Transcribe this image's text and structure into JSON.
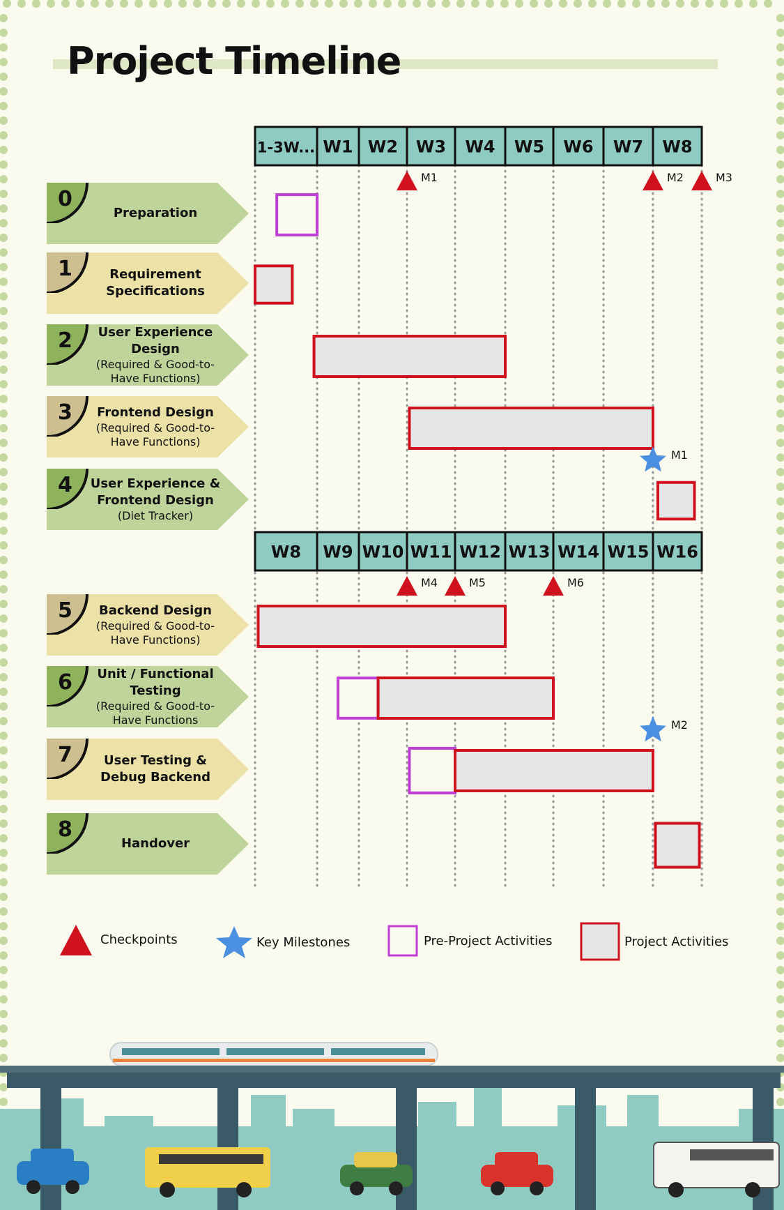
{
  "title": "Project Timeline",
  "colors": {
    "background": "#fbfaee",
    "border_dots": "#c3d9a0",
    "header_fill": "#90cbc3",
    "task_green": "#bfd49a",
    "task_yellow": "#ece2a8",
    "badge_green": "#8fb35c",
    "badge_tan": "#cdbf90",
    "checkpoint": "#d0121f",
    "milestone": "#4a8fe0",
    "pre_project_border": "#c03fd6",
    "project_border": "#d0121f",
    "bar_fill": "#e6e6e6"
  },
  "timeline1": {
    "weeks": [
      "1-3W...",
      "W1",
      "W2",
      "W3",
      "W4",
      "W5",
      "W6",
      "W7",
      "W8"
    ],
    "checkpoints": [
      {
        "week_index": 3,
        "label": "M1"
      },
      {
        "week_index": 8,
        "label": "M2"
      },
      {
        "week_index": 9,
        "label": "M3"
      }
    ]
  },
  "timeline2": {
    "weeks": [
      "W8",
      "W9",
      "W10",
      "W11",
      "W12",
      "W13",
      "W14",
      "W15",
      "W16"
    ],
    "checkpoints": [
      {
        "week_index": 3,
        "label": "M4"
      },
      {
        "week_index": 4,
        "label": "M5"
      },
      {
        "week_index": 6,
        "label": "M6"
      }
    ]
  },
  "tasks": [
    {
      "num": "0",
      "title": "Preparation",
      "sub": "",
      "color": "green",
      "timeline": 1,
      "bars": [
        {
          "kind": "pre",
          "start": 0.35,
          "end": 1.0
        }
      ]
    },
    {
      "num": "1",
      "title": "Requirement Specifications",
      "sub": "",
      "color": "yellow",
      "timeline": 1,
      "bars": [
        {
          "kind": "project",
          "start": 0.0,
          "end": 0.6
        }
      ]
    },
    {
      "num": "2",
      "title": "User Experience Design",
      "sub": "(Required & Good-to-Have Functions)",
      "color": "green",
      "timeline": 1,
      "bars": [
        {
          "kind": "project",
          "start": 0.95,
          "end": 5.0
        }
      ]
    },
    {
      "num": "3",
      "title": "Frontend Design",
      "sub": "(Required & Good-to-Have Functions)",
      "color": "yellow",
      "timeline": 1,
      "bars": [
        {
          "kind": "project",
          "start": 3.05,
          "end": 8.0
        }
      ]
    },
    {
      "num": "4",
      "title": "User Experience & Frontend Design",
      "sub": "(Diet Tracker)",
      "color": "green",
      "timeline": 1,
      "bars": [
        {
          "kind": "project",
          "start": 8.1,
          "end": 8.85
        }
      ],
      "milestone": {
        "week_index": 8,
        "label": "M1"
      }
    },
    {
      "num": "5",
      "title": "Backend Design",
      "sub": "(Required & Good-to-Have Functions)",
      "color": "yellow",
      "timeline": 2,
      "bars": [
        {
          "kind": "project",
          "start": 0.05,
          "end": 5.0
        }
      ]
    },
    {
      "num": "6",
      "title": "Unit / Functional Testing",
      "sub": "(Required & Good-to-Have Functions",
      "color": "green",
      "timeline": 2,
      "bars": [
        {
          "kind": "pre",
          "start": 1.5,
          "end": 2.4
        },
        {
          "kind": "project",
          "start": 2.4,
          "end": 6.0
        }
      ]
    },
    {
      "num": "7",
      "title": "User Testing & Debug Backend",
      "sub": "",
      "color": "yellow",
      "timeline": 2,
      "bars": [
        {
          "kind": "pre",
          "start": 3.05,
          "end": 4.0
        },
        {
          "kind": "project",
          "start": 4.0,
          "end": 8.0
        }
      ],
      "milestone": {
        "week_index": 8,
        "label": "M2"
      }
    },
    {
      "num": "8",
      "title": "Handover",
      "sub": "",
      "color": "green",
      "timeline": 2,
      "bars": [
        {
          "kind": "project",
          "start": 8.05,
          "end": 8.95
        }
      ]
    }
  ],
  "legend": {
    "checkpoints": "Checkpoints",
    "key_milestones": "Key Milestones",
    "pre_project": "Pre-Project Activities",
    "project": "Project Activities"
  }
}
